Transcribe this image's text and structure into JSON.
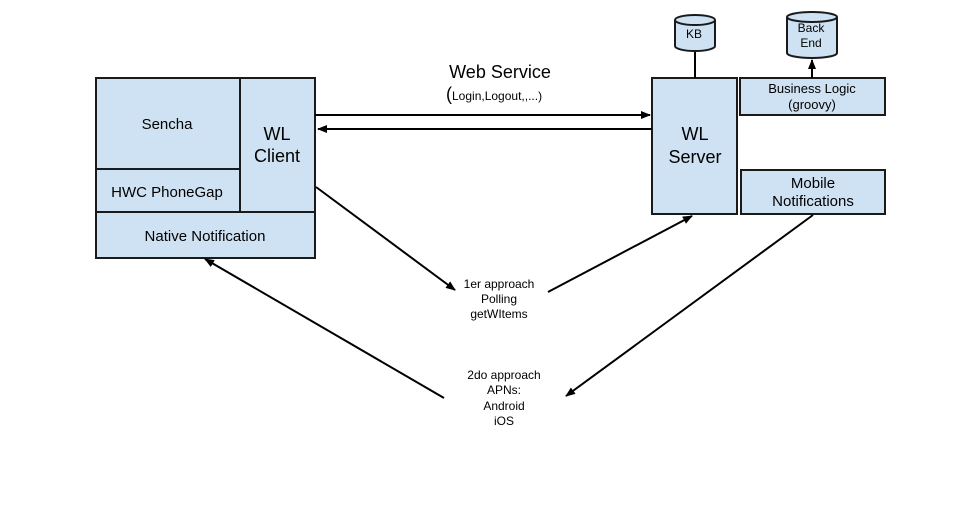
{
  "client": {
    "sencha": "Sencha",
    "wl_client_line1": "WL",
    "wl_client_line2": "Client",
    "hwc_phonegap": "HWC PhoneGap",
    "native_notification": "Native Notification"
  },
  "server": {
    "wl_server_line1": "WL",
    "wl_server_line2": "Server",
    "business_logic_line1": "Business Logic",
    "business_logic_line2": "(groovy)",
    "mobile_notifications_line1": "Mobile",
    "mobile_notifications_line2": "Notifications",
    "kb": "KB",
    "back_end_line1": "Back",
    "back_end_line2": "End"
  },
  "web_service": {
    "title": "Web Service",
    "paren_open": "(",
    "detail": "Login,Logout,,...)"
  },
  "approach1": {
    "line1": "1er approach",
    "line2": "Polling",
    "line3": "getWItems"
  },
  "approach2": {
    "line1": "2do approach",
    "line2": "APNs:",
    "line3": "Android",
    "line4": "iOS"
  },
  "colors": {
    "box_fill": "#cfe2f3",
    "stroke": "#1a1a1a"
  }
}
